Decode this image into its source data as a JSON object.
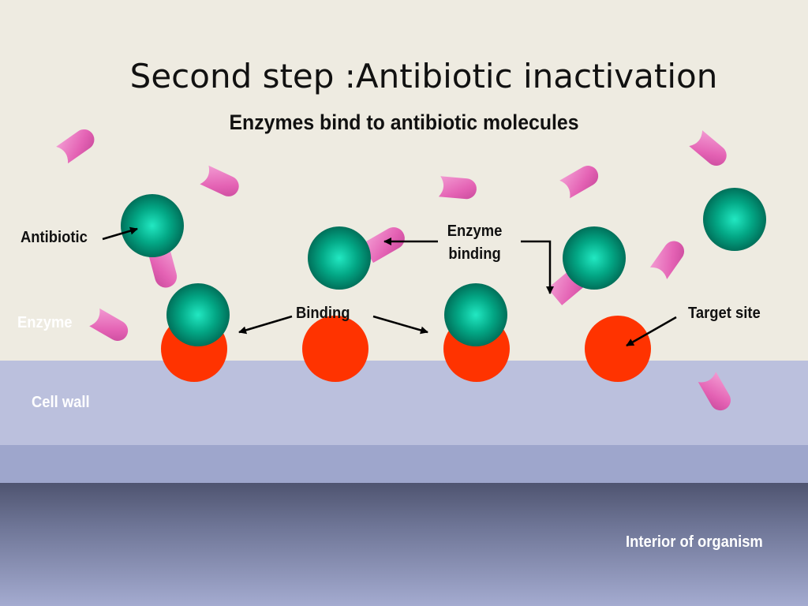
{
  "title": "Second step :Antibiotic inactivation",
  "subtitle": "Enzymes bind to antibiotic molecules",
  "labels": {
    "antibiotic": "Antibiotic",
    "enzyme": "Enzyme",
    "cell_wall": "Cell wall",
    "binding": "Binding",
    "enzyme_binding_line1": "Enzyme",
    "enzyme_binding_line2": "binding",
    "target_site": "Target site",
    "interior": "Interior of organism"
  },
  "colors": {
    "background": "#eeebe1",
    "cell_wall": "#bbc0dd",
    "cell_wall_lower": "#9ea6cc",
    "interior": "#4f5470",
    "enzyme_sphere": "#008e70",
    "target_site": "#ff3300",
    "antibiotic_molecule": "#ee66bb"
  }
}
